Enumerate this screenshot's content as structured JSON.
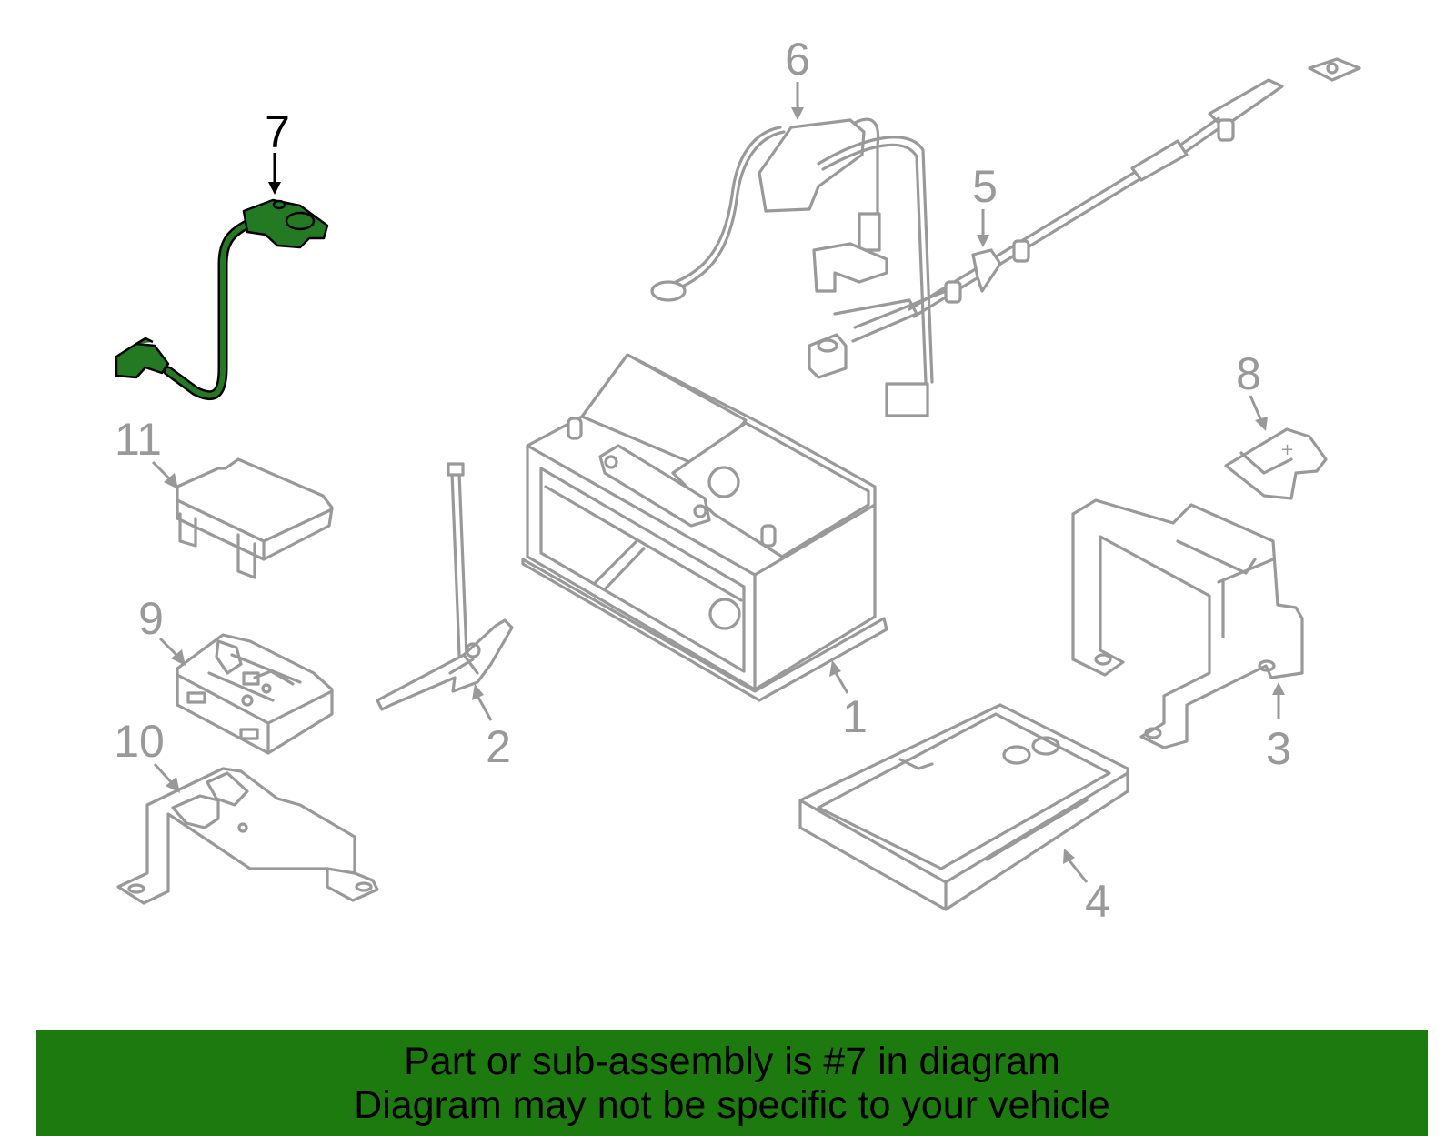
{
  "colors": {
    "highlight": "#237a23",
    "outline": "#999999",
    "active_label": "#000000",
    "banner_bg": "#1d7a0f"
  },
  "callouts": {
    "c1": "1",
    "c2": "2",
    "c3": "3",
    "c4": "4",
    "c5": "5",
    "c6": "6",
    "c7": "7",
    "c8": "8",
    "c9": "9",
    "c10": "10",
    "c11": "11"
  },
  "highlighted_part": "7",
  "banner": {
    "line1": "Part or sub-assembly is #7 in diagram",
    "line2": "Diagram may not be specific to your vehicle"
  }
}
